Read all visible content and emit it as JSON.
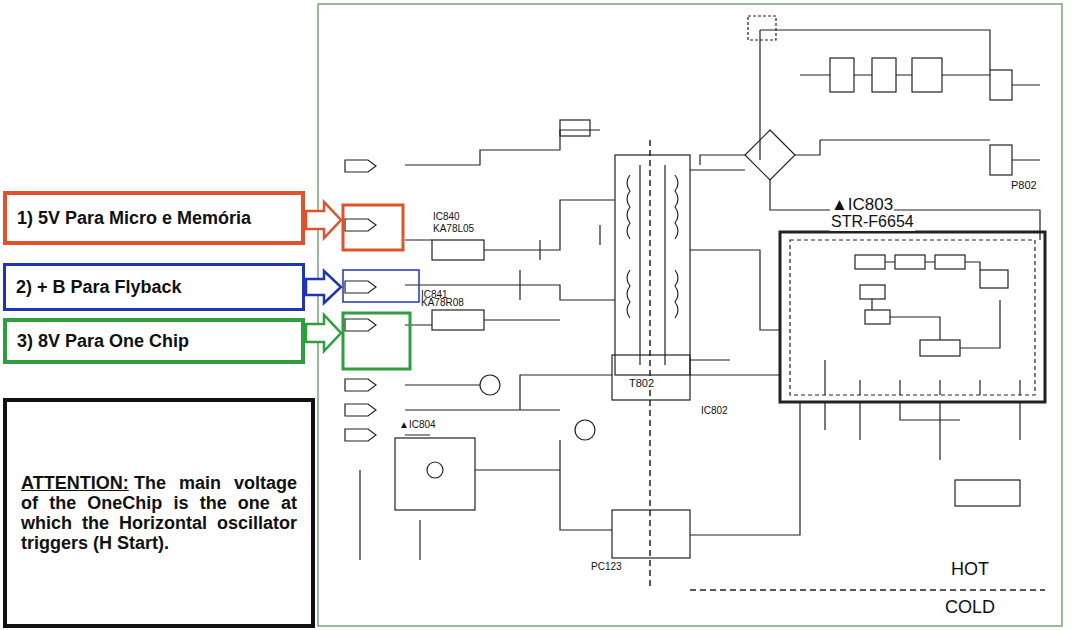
{
  "diagram": {
    "nodes": [
      {
        "text": [
          "1) 5V Para Micro e Memória"
        ]
      },
      {
        "text": [
          "2) + B Para Flyback"
        ]
      },
      {
        "text": [
          "3) 8V Para One Chip"
        ]
      },
      {
        "text": [
          "ATTENTION:",
          "The main voltage of the OneChip is the one at which the Horizontal oscillator triggers (H Start)."
        ]
      }
    ],
    "labels": [
      "▲IC803",
      "STR-F6654",
      "T802",
      "HOT",
      "COLD",
      "IC840",
      "KA78L05",
      "IC841",
      "KA78R08",
      "IC802",
      "▲IC804",
      "PC123",
      "P802"
    ]
  }
}
